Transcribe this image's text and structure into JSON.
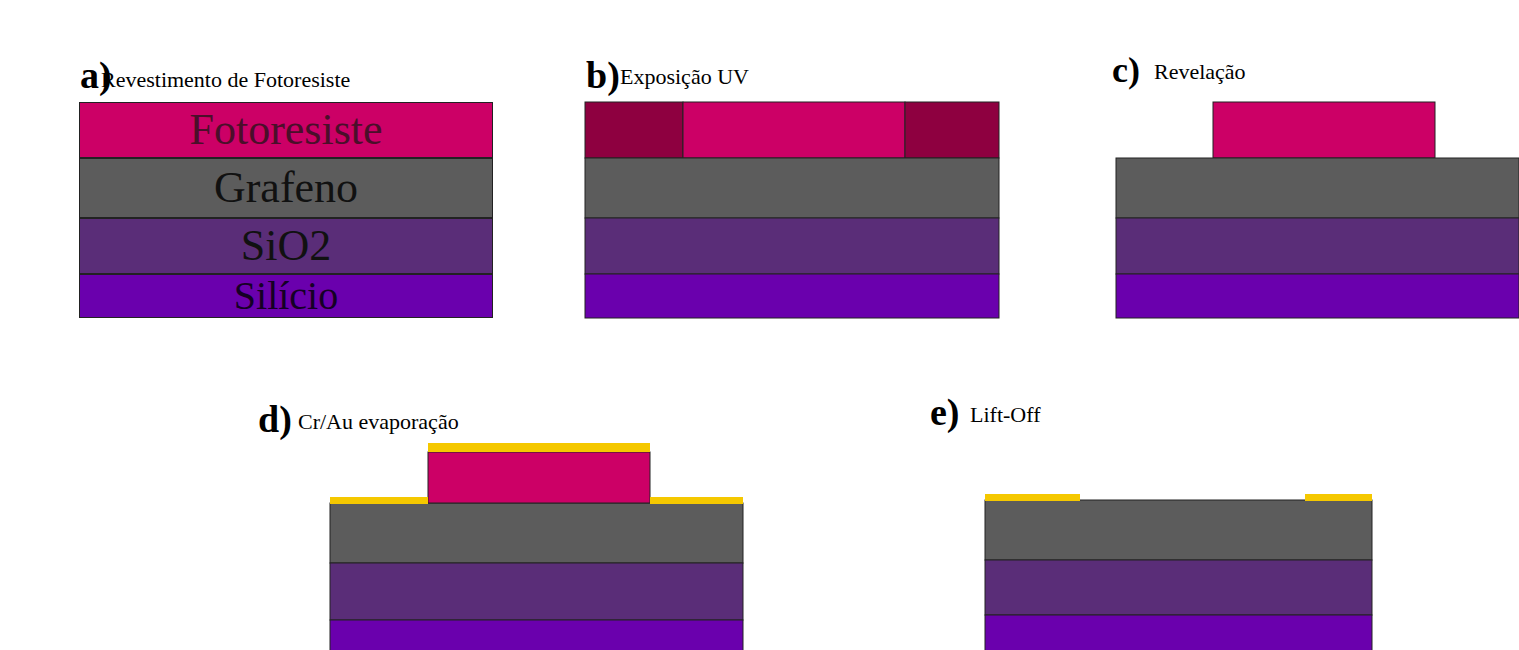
{
  "diagram": {
    "nodes": [
      {
        "text": [
          "Fotoresiste"
        ]
      },
      {
        "text": [
          "Grafeno"
        ]
      },
      {
        "text": [
          "SiO2"
        ]
      },
      {
        "text": [
          "Silício"
        ]
      }
    ],
    "labels": [
      "a)",
      "Revestimento de Fotoresiste",
      "b)",
      "Exposição UV",
      "c)",
      "Revelação",
      "d)",
      "Cr/Au evaporação",
      "e)",
      "Lift-Off"
    ]
  }
}
